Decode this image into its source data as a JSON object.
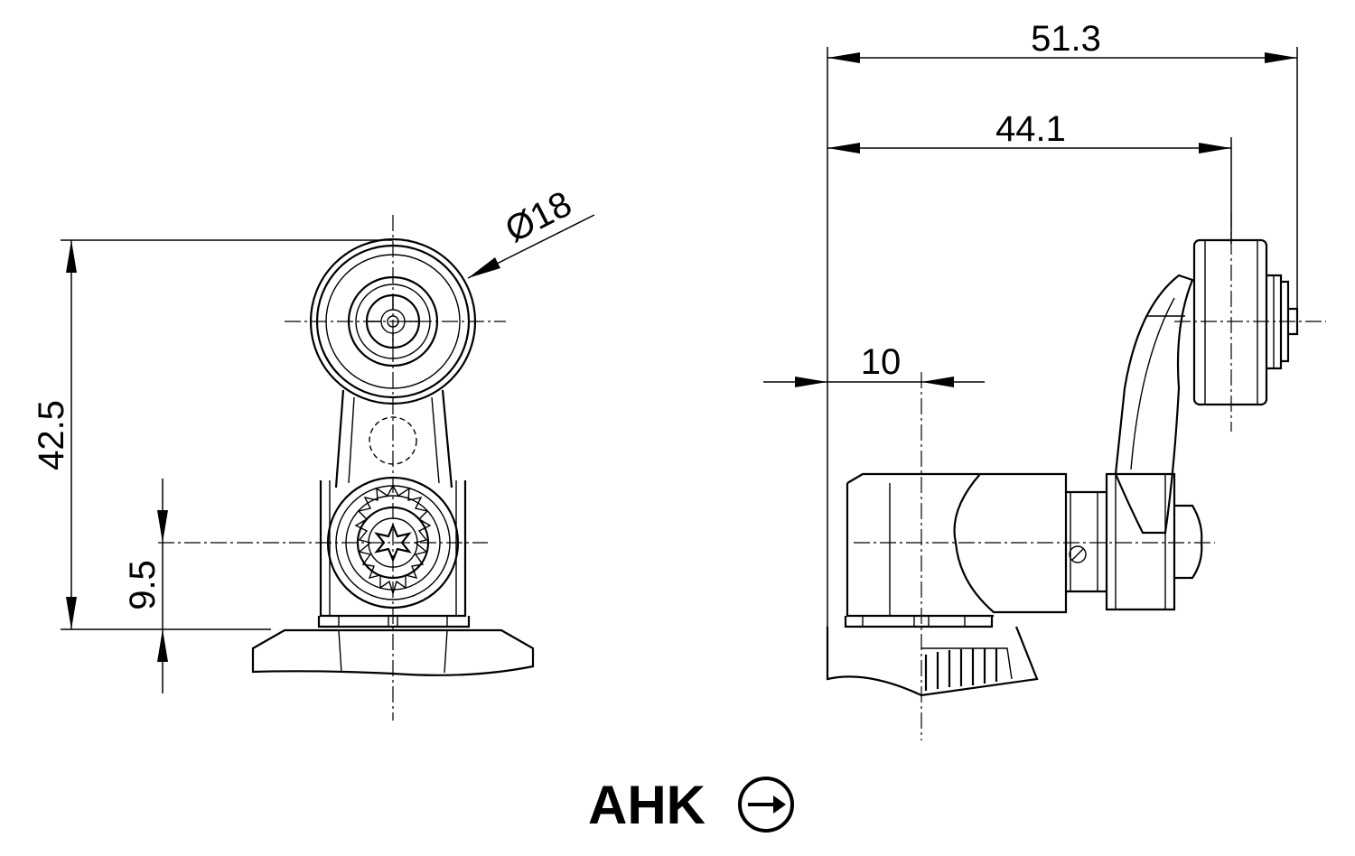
{
  "dimensions": {
    "overall_width": "51.3",
    "roller_center_offset": "44.1",
    "shaft_offset": "10",
    "total_height": "42.5",
    "shaft_height": "9.5",
    "roller_diameter": "Ø18"
  },
  "legend": {
    "label": "AHK",
    "icon": "circled-right-arrow-icon"
  }
}
